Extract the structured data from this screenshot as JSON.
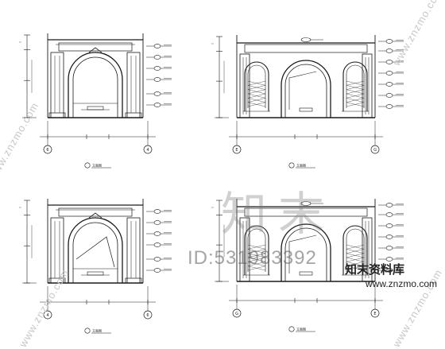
{
  "watermark": {
    "brand_cn": "知末",
    "id_text": "ID:531983392",
    "logo_text": "知末资料库",
    "logo_url": "www.znzmo.com",
    "side_text": "www.znzmo.com"
  },
  "panels": [
    {
      "grid_left": "6",
      "grid_right": "4",
      "title": "立面图"
    },
    {
      "grid_left": "E",
      "grid_right": "G",
      "title": "立面图"
    },
    {
      "grid_left": "4",
      "grid_right": "6",
      "title": "立面图"
    },
    {
      "grid_left": "G",
      "grid_right": "E",
      "title": "立面图"
    }
  ],
  "colors": {
    "line": "#1a1a1a",
    "watermark": "#9a9a9a"
  }
}
